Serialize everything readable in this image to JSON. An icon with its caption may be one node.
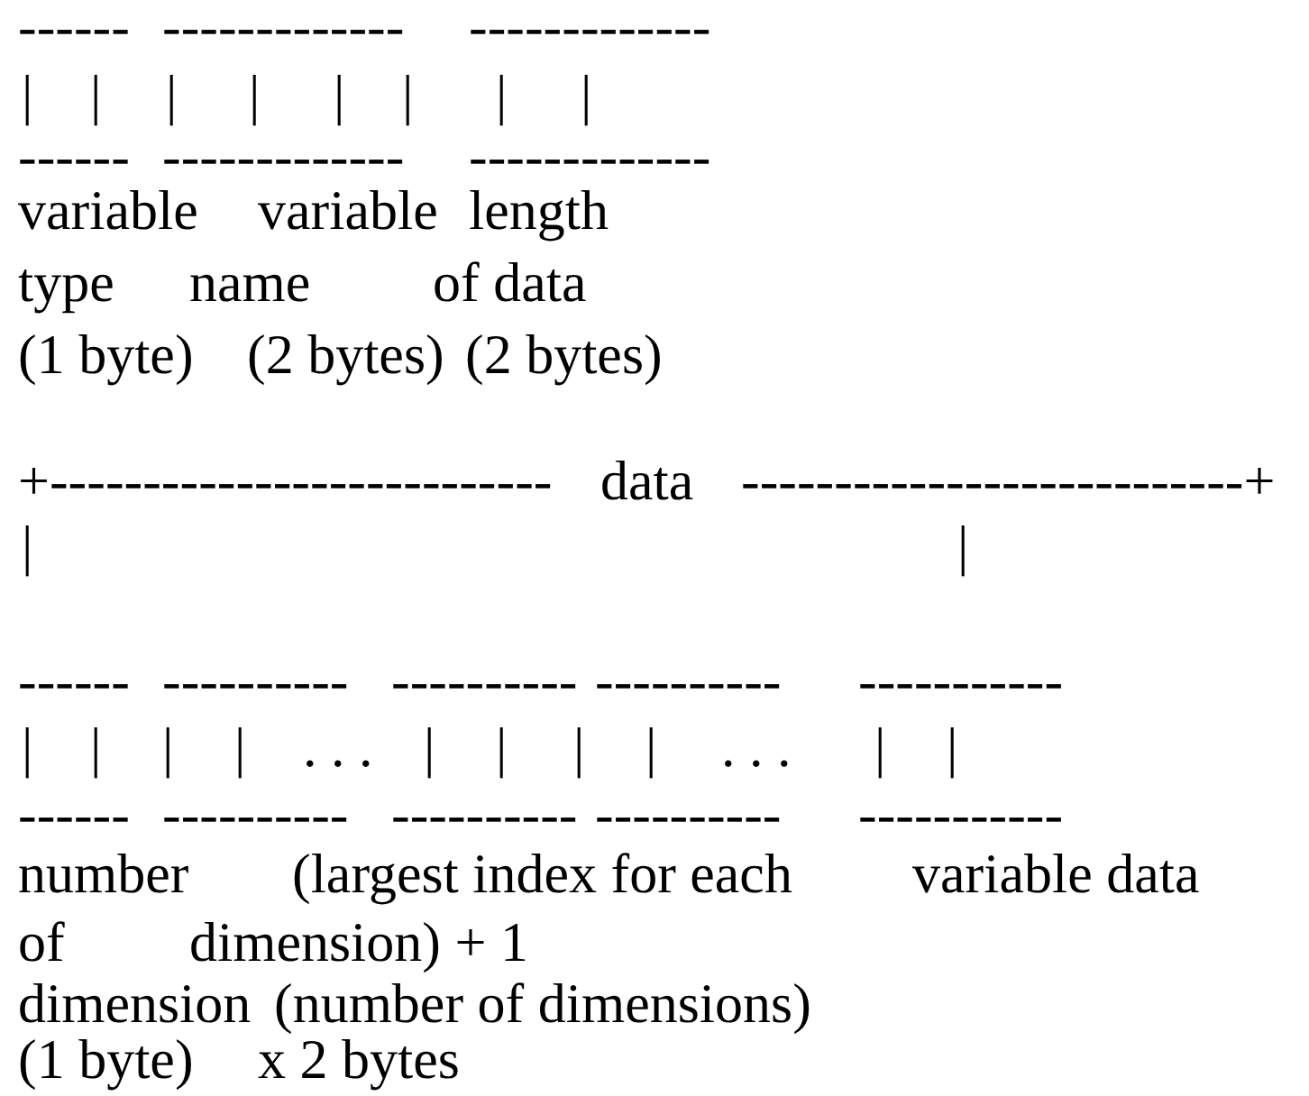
{
  "diagram": {
    "labels": [
      "------",
      "-------------",
      "-------------",
      "|",
      "|",
      "|",
      "|",
      "|",
      "|",
      "|",
      "|",
      "------",
      "-------------",
      "-------------",
      "variable",
      "variable",
      "length",
      "type",
      "name",
      "of data",
      "(1 byte)",
      "(2 bytes)",
      "(2 bytes)",
      "+---------------------------",
      "data",
      "---------------------------+",
      "|",
      "|",
      "------",
      "----------",
      "----------",
      "----------",
      "-----------",
      "|",
      "|",
      "|",
      "|",
      ". . .",
      "|",
      "|",
      "|",
      "|",
      ". . .",
      "|",
      "|",
      "------",
      "----------",
      "----------",
      "----------",
      "-----------",
      "number",
      "(largest index for each",
      "variable data",
      "of",
      "dimension) + 1",
      "dimension",
      "(number of dimensions)",
      "(1 byte)",
      "x 2 bytes"
    ]
  }
}
